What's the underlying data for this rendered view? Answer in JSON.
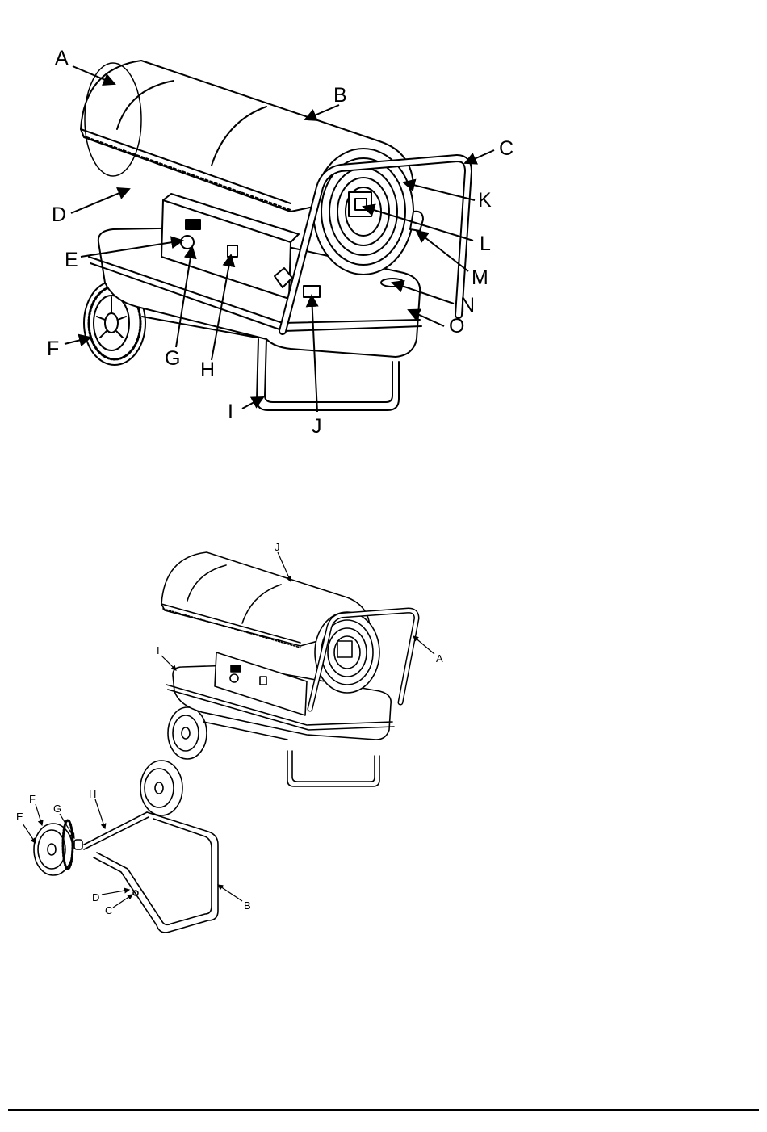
{
  "figure1": {
    "labels": [
      "A",
      "B",
      "C",
      "D",
      "E",
      "F",
      "G",
      "H",
      "I",
      "J",
      "K",
      "L",
      "M",
      "N",
      "O"
    ]
  },
  "figure2": {
    "labels": [
      "J",
      "I",
      "A",
      "F",
      "G",
      "H",
      "E",
      "D",
      "C",
      "B"
    ]
  }
}
